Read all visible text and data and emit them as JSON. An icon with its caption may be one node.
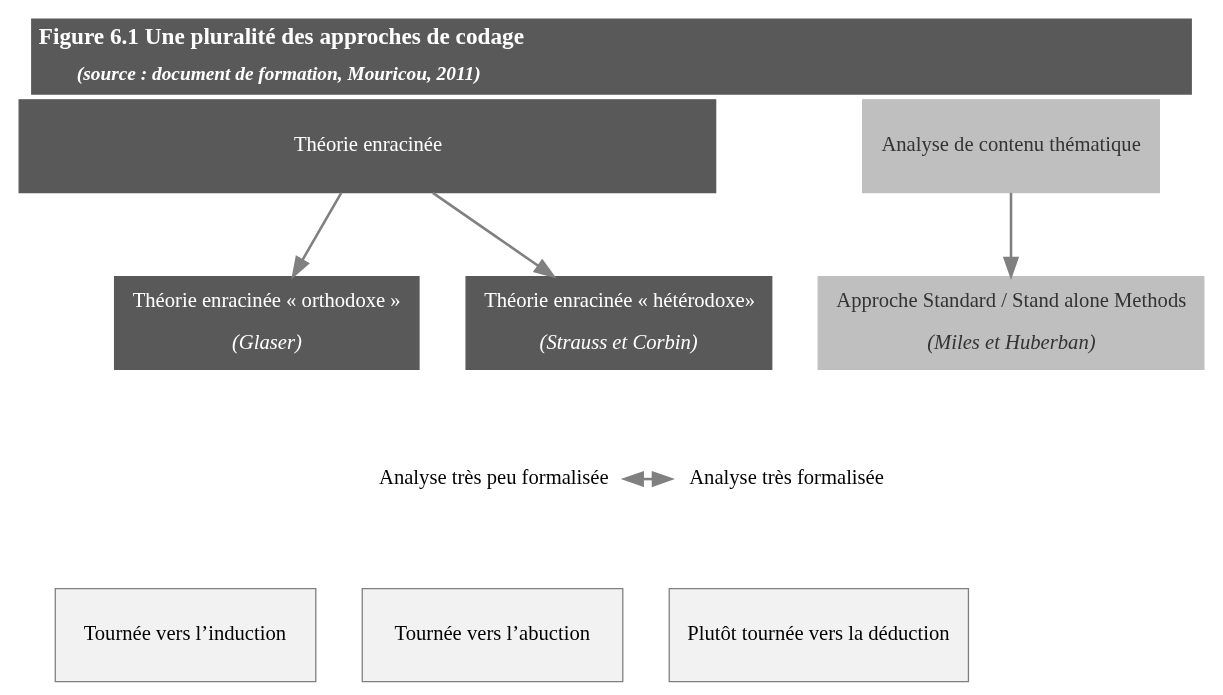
{
  "diagram": {
    "title": "Figure 6.1 Une pluralité des approches de codage",
    "caption": "(source : document de formation, Mouricou, 2011)",
    "nodes": [
      {
        "text": [
          "Théorie enracinée"
        ]
      },
      {
        "text": [
          "Analyse de contenu thématique"
        ]
      },
      {
        "text": [
          "Théorie enracinée « orthodoxe »",
          "(Glaser)"
        ]
      },
      {
        "text": [
          "Théorie enracinée « hétérodoxe»",
          "(Strauss et Corbin)"
        ]
      },
      {
        "text": [
          "Approche Standard / Stand alone Methods",
          "(Miles et Huberban)"
        ]
      },
      {
        "text": [
          "Analyse très peu formalisée"
        ]
      },
      {
        "text": [
          "Analyse très formalisée"
        ]
      },
      {
        "text": [
          "Tournée vers l’induction"
        ]
      },
      {
        "text": [
          "Tournée vers l’abuction"
        ]
      },
      {
        "text": [
          "Plutôt tournée vers la déduction"
        ]
      }
    ],
    "edges": [
      {
        "from": 0,
        "to": 2,
        "arrow": "to"
      },
      {
        "from": 0,
        "to": 3,
        "arrow": "to"
      },
      {
        "from": 1,
        "to": 4,
        "arrow": "to"
      },
      {
        "from": 5,
        "to": 6,
        "arrow": "both"
      }
    ]
  }
}
